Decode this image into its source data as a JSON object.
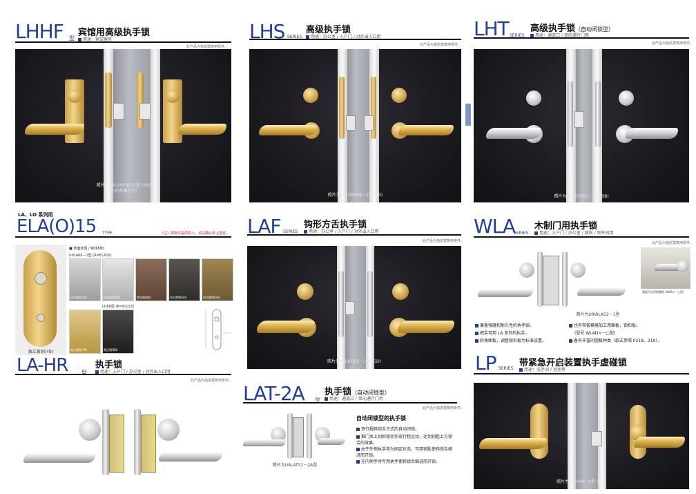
{
  "lhhf": {
    "model": "LHHF",
    "suffix": "型",
    "title": "宾馆用高级执手锁",
    "use": "用途：宾馆客房",
    "note": "此产品为指定建筑用零件。",
    "caption1": "照片为U9LHHF8511型 (YB)",
    "caption2": "（火内开着方向）"
  },
  "lhs": {
    "model": "LHS",
    "series": "SERIES",
    "title": "高级执手锁",
    "use": "用途：办公室 / 入户门 / 对外出入口用",
    "note": "此产品为指定建筑用零件。",
    "caption": "照片为U9LHS656－1型 (YB)"
  },
  "lht": {
    "model": "LHT",
    "series": "SERIES",
    "title": "高级执手锁",
    "title_sub": "（自动闭锁型）",
    "use": "用途：通道口 / 单向通行门用",
    "note": "此产品为指定建筑用零件。",
    "caption": "照片为U9LHT656－1型 (SB)"
  },
  "ela": {
    "kicker": "LA、LO 系列用",
    "model": "ELA(O)15",
    "type": "TYPE",
    "note_red": "（注）如需可提供防火，请在确认单上指定。",
    "header": "■ 表面处理 / 锁体材料",
    "row1": "U9LA66－1型 (R=ELA15)",
    "row2": "LO66型 (R=EL015)",
    "plate_caption": "独立黄铜(YB)",
    "swatch_captions": [
      "仿古青铜(SB)",
      "仿古青铜(SB)",
      "黑古铜(BB)",
      "仿古黑铜(SB)",
      "仿古黄铜(SB)",
      "独立黄铜(YB)",
      "黑古铜(BB)"
    ]
  },
  "lahr": {
    "model": "LA-HR",
    "suffix": "型",
    "title": "执手锁",
    "use": "用途：入户门 / 办公室 / 对外出入口用",
    "note": "此产品为指定建筑用零件。"
  },
  "laf": {
    "model": "LAF",
    "series": "SERIES",
    "title": "钩形方舌执手锁",
    "use": "用途：办公室 / 入户门 / 对外出入口用",
    "note": "此产品为指定建筑用零件。",
    "caption": "照片为PRLAF3I3－1型 (GD)"
  },
  "lat2a": {
    "model": "LAT-2A",
    "suffix": "型",
    "title": "执手锁",
    "title_sub": "（自动闭锁型）",
    "use": "用途：通道口 / 单向通行门用",
    "note": "此产品为指定建筑用零件。",
    "subtitle": "自动闭锁型的执手锁",
    "bullets": [
      "双行程斜锁舌方式的自动闭锁。",
      "推门关上则斜锁舌作双行程运动，达到钥匙上方锁舌的效果。",
      "由于外侧执手常为固定状态，可用钥匙使斜锁舌缩进而开锁。",
      "在内侧手时可用执手使斜锁舌缩进而开锁。"
    ],
    "caption": "照片为U9LAT51－2A型"
  },
  "wla": {
    "model": "WLA",
    "series": "SERIES",
    "title": "木制门用执手锁",
    "use": "用途：入户门 / 办公室 / 病房 / 双开间用",
    "note": "此产品为指定建筑用零件。",
    "caption": "照片为U9WLA52－1型",
    "inset_caption": "面板可与所附图纸 (WLA×－□型)",
    "bullets_left": [
      "兼备强度和耐久性的执手锁。",
      "把手可用 LA 系列的执手。",
      "斜角面板，调整锁扣板为标准设置。"
    ],
    "bullets_right": [
      "也有带拔模器加工用面板，锁扣板。",
      "(型号 WLAD×－□型)",
      "备有丰富的圆板种类（款式参照 P218、219）。"
    ]
  },
  "lp": {
    "model": "LP",
    "series": "SERIES",
    "title": "带紧急开启装置执手虚碰锁",
    "use": "用途：洗手间 / 浴室等",
    "caption": "照片为LP2040－8型 (GD)"
  }
}
